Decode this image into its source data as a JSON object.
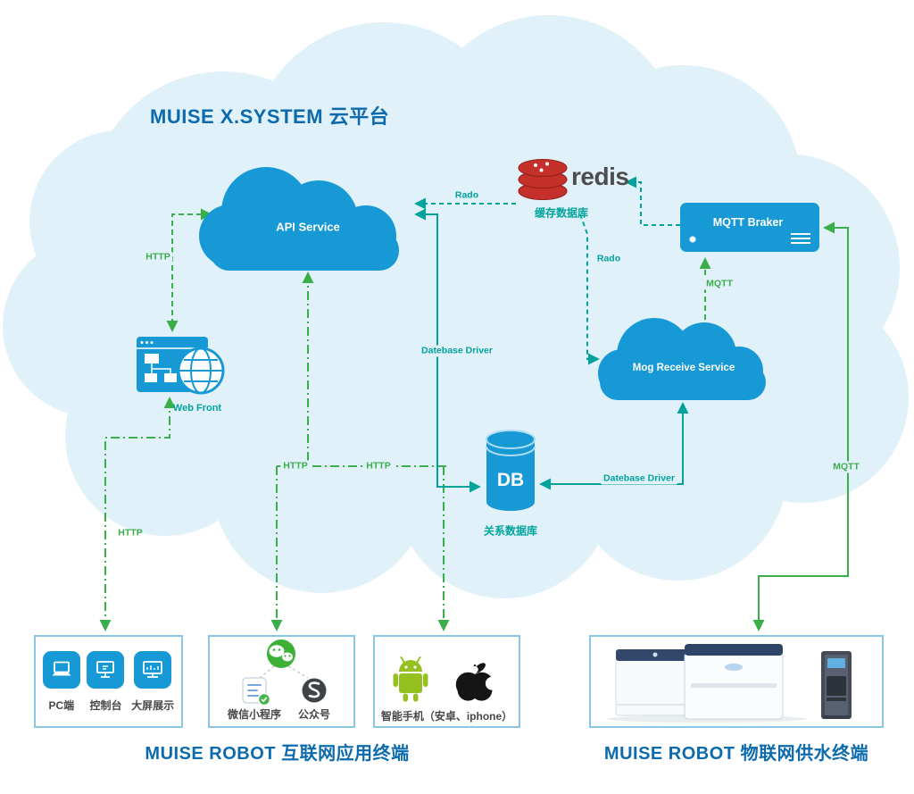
{
  "colors": {
    "cloud-bg": "#e1f1fa",
    "blue": "#1799d6",
    "dark-blue": "#0c6bad",
    "teal": "#00a39b",
    "green": "#3aae49",
    "redis-red": "#c6302b",
    "redis-dark": "#8e1f15",
    "wechat-green": "#3db135",
    "android-green": "#94c11f",
    "label-gray": "#4d4d4d"
  },
  "platform": {
    "title": "MUISE X.SYSTEM 云平台",
    "api_service": {
      "label": "API Service"
    },
    "redis": {
      "brand": "redis",
      "caption": "缓存数据库"
    },
    "mqtt_broker": {
      "label": "MQTT Braker"
    },
    "mog_receive": {
      "label": "Mog Receive Service"
    },
    "db": {
      "label": "DB",
      "caption": "关系数据库"
    },
    "web_front": {
      "caption": "Web Front"
    }
  },
  "edges": {
    "http_api_webfront": "HTTP",
    "http_webfront_terminals": "HTTP",
    "http_center_left": "HTTP",
    "http_center_right": "HTTP",
    "rado_redis_api": "Rado",
    "rado_redis_mog": "Rado",
    "mqtt_mog_broker": "MQTT",
    "mqtt_device_broker": "MQTT",
    "db_driver_api": "Datebase Driver",
    "db_driver_mog": "Datebase Driver"
  },
  "internet_terminal": {
    "title": "MUISE ROBOT 互联网应用终端",
    "pc_group": {
      "items": [
        {
          "label": "PC端",
          "icon": "laptop-icon"
        },
        {
          "label": "控制台",
          "icon": "console-icon"
        },
        {
          "label": "大屏展示",
          "icon": "bigscreen-icon"
        }
      ]
    },
    "wechat_group": {
      "items": [
        {
          "label": "微信小程序",
          "icon": "miniprogram-icon"
        },
        {
          "label": "公众号",
          "icon": "official-account-icon"
        }
      ]
    },
    "phone_group": {
      "label": "智能手机（安卓、iphone）"
    }
  },
  "iot_terminal": {
    "title": "MUISE ROBOT 物联网供水终端"
  }
}
